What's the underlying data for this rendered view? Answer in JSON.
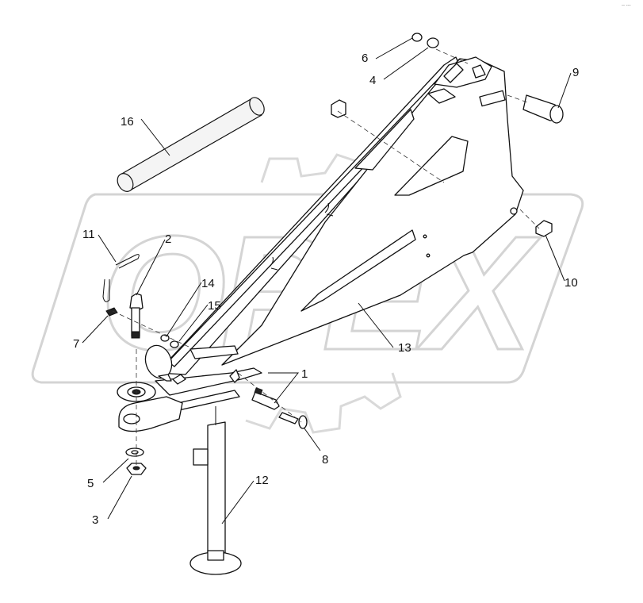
{
  "watermark": {
    "text": "OPEX"
  },
  "corner_code": "-- ---",
  "callouts": [
    "1",
    "2",
    "3",
    "4",
    "5",
    "6",
    "7",
    "8",
    "9",
    "10",
    "11",
    "12",
    "13",
    "14",
    "15",
    "16"
  ],
  "colors": {
    "line": "#111111",
    "watermark": "#d4d4d4",
    "background": "#ffffff"
  }
}
